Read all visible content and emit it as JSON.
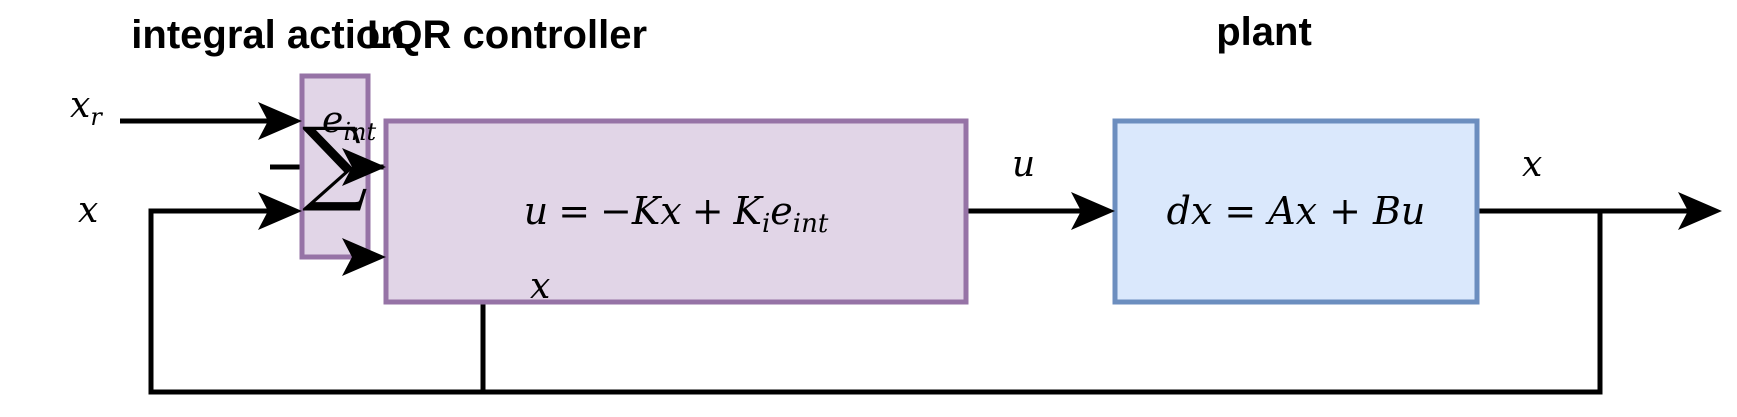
{
  "headings": {
    "integral": "integral action",
    "lqr": "LQR controller",
    "plant": "plant"
  },
  "blocks": {
    "sum": {
      "symbol": "∑"
    },
    "lqr": {
      "lhs": "u",
      "eq": "=",
      "minus": "−",
      "k": "Kx",
      "plus": "+",
      "ki": "K",
      "ki_sub": "i",
      "e": "e",
      "e_sub": "int"
    },
    "plant": {
      "dx": "dx",
      "eq": "=",
      "ax": "Ax",
      "plus": "+",
      "bu": "Bu"
    }
  },
  "signals": {
    "xr": {
      "base": "x",
      "sub": "r"
    },
    "x_in": "x",
    "e_int": {
      "base": "e",
      "sub": "int"
    },
    "x_lqr": "x",
    "u": "u",
    "x_out": "x"
  },
  "colors": {
    "purple_fill": "#E1D5E7",
    "purple_stroke": "#9673A6",
    "blue_fill": "#DAE8FC",
    "blue_stroke": "#6C8EBF",
    "line": "#000000"
  }
}
